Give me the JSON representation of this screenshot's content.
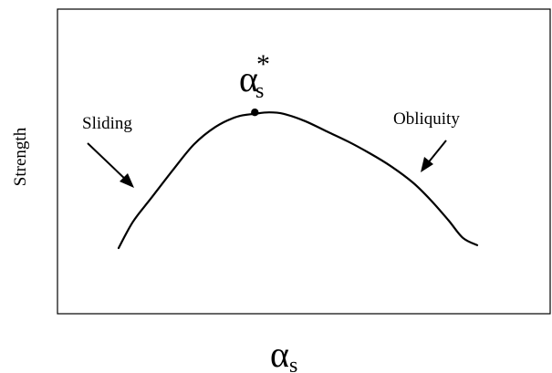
{
  "chart_data": {
    "type": "line",
    "title": "",
    "xlabel": "α",
    "xlabel_subscript": "s",
    "ylabel": "Strength",
    "peak_label": "α",
    "peak_label_subscript": "s",
    "peak_label_superscript": "*",
    "grid": false,
    "ticks": false,
    "xlim": [
      0,
      1
    ],
    "ylim": [
      0,
      1
    ],
    "series": [
      {
        "x": [
          0.0,
          0.04,
          0.09,
          0.15,
          0.21,
          0.27,
          0.33,
          0.38,
          0.42,
          0.46,
          0.52,
          0.58,
          0.64,
          0.7,
          0.76,
          0.82,
          0.87,
          0.92,
          0.96,
          1.0
        ],
        "y": [
          0.0,
          0.18,
          0.34,
          0.53,
          0.71,
          0.83,
          0.9,
          0.92,
          0.93,
          0.92,
          0.87,
          0.8,
          0.73,
          0.65,
          0.56,
          0.45,
          0.33,
          0.19,
          0.07,
          0.02
        ],
        "color": "#000000"
      }
    ],
    "peak_point": {
      "x": 0.38,
      "y": 0.93
    },
    "annotations": [
      {
        "text": "Sliding",
        "arrow_target": {
          "x": 0.04,
          "y": 0.42
        }
      },
      {
        "text": "Obliquity",
        "arrow_target": {
          "x": 0.84,
          "y": 0.48
        }
      }
    ]
  }
}
